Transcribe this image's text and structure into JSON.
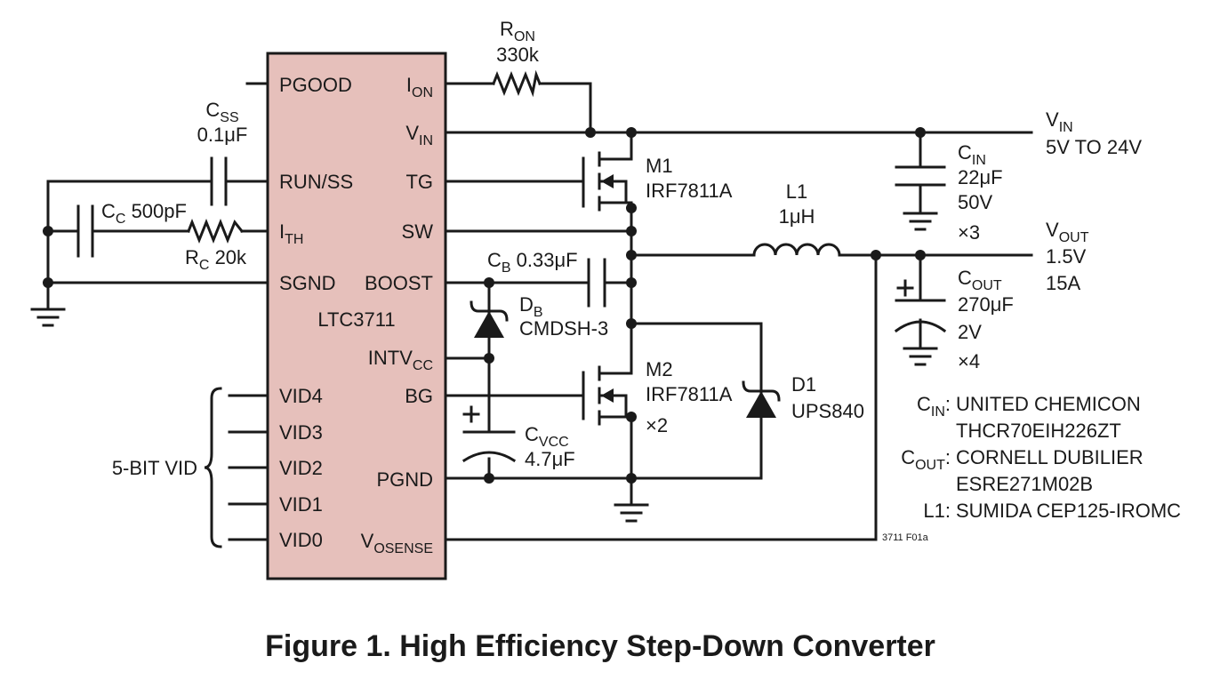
{
  "ic": {
    "name": "LTC3711",
    "fill": "#e6c0bb",
    "left_pins": [
      "PGOOD",
      "RUN/SS",
      "I",
      "SGND",
      "VID4",
      "VID3",
      "VID2",
      "VID1",
      "VID0"
    ],
    "ith_sub": "TH",
    "right_pins": {
      "ion": "I",
      "ion_sub": "ON",
      "vin": "V",
      "vin_sub": "IN",
      "tg": "TG",
      "sw": "SW",
      "boost": "BOOST",
      "intvcc": "INTV",
      "intvcc_sub": "CC",
      "bg": "BG",
      "pgnd": "PGND",
      "vosense": "V",
      "vosense_sub": "OSENSE"
    }
  },
  "components": {
    "ron": {
      "prefix": "R",
      "sub": "ON",
      "value": "330k"
    },
    "css": {
      "prefix": "C",
      "sub": "SS",
      "value": "0.1μF"
    },
    "cc": {
      "prefix": "C",
      "sub": "C",
      "value": " 500pF"
    },
    "rc": {
      "prefix": "R",
      "sub": "C",
      "value": " 20k"
    },
    "cb": {
      "prefix": "C",
      "sub": "B",
      "value": " 0.33μF"
    },
    "db": {
      "prefix": "D",
      "sub": "B",
      "value": "CMDSH-3"
    },
    "cvcc": {
      "prefix": "C",
      "sub": "VCC",
      "value": "4.7μF"
    },
    "m1": {
      "name": "M1",
      "part": "IRF7811A"
    },
    "m2": {
      "name": "M2",
      "part": "IRF7811A",
      "qty": "×2"
    },
    "d1": {
      "name": "D1",
      "part": "UPS840"
    },
    "l1": {
      "name": "L1",
      "value": "1μH"
    },
    "cin": {
      "prefix": "C",
      "sub": "IN",
      "value": "22μF",
      "voltage": "50V",
      "qty": "×3"
    },
    "cout": {
      "prefix": "C",
      "sub": "OUT",
      "value": "270μF",
      "voltage": "2V",
      "qty": "×4"
    }
  },
  "rails": {
    "vin": {
      "prefix": "V",
      "sub": "IN",
      "range": "5V TO 24V"
    },
    "vout": {
      "prefix": "V",
      "sub": "OUT",
      "voltage": "1.5V",
      "current": "15A"
    }
  },
  "vid_label": "5-BIT VID",
  "notes": [
    {
      "prefix": "C",
      "sub": "IN",
      "sep": ": ",
      "line1": "UNITED CHEMICON",
      "line2": "THCR70EIH226ZT"
    },
    {
      "prefix": "C",
      "sub": "OUT",
      "sep": ": ",
      "line1": "CORNELL DUBILIER",
      "line2": "ESRE271M02B"
    },
    {
      "prefix": "L1",
      "sub": "",
      "sep": ": ",
      "line1": "SUMIDA CEP125-IROMC",
      "line2": ""
    }
  ],
  "figure_id": "3711 F01a",
  "caption": "Figure 1. High Efficiency Step-Down Converter"
}
